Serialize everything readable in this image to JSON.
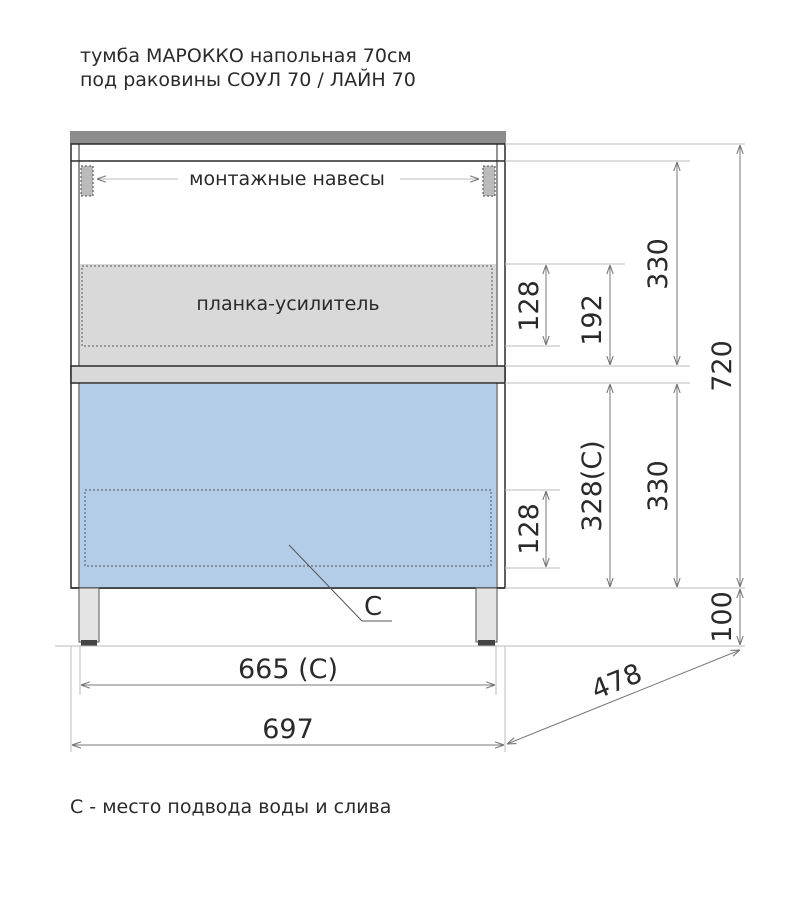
{
  "title": {
    "line1": "тумба МАРОККО напольная 70см",
    "line2": "под раковины СОУЛ 70 / ЛАЙН 70"
  },
  "labels": {
    "hangers": "монтажные навесы",
    "reinforcement": "планка-усилитель",
    "connection": "С"
  },
  "dimensions": {
    "upper_height": "330",
    "total_height": "720",
    "plank_height": "128",
    "plank_offset": "192",
    "lower_height": "330",
    "lower_inner": "328(С)",
    "lower_plank": "128",
    "legs": "100",
    "inner_width": "665 (С)",
    "total_width": "697",
    "depth": "478"
  },
  "footnote": "С - место подвода воды и слива",
  "colors": {
    "blue_zone": "#b3cde8",
    "grey_zone": "#d9d9d9",
    "top_panel": "#8c8c8c"
  }
}
